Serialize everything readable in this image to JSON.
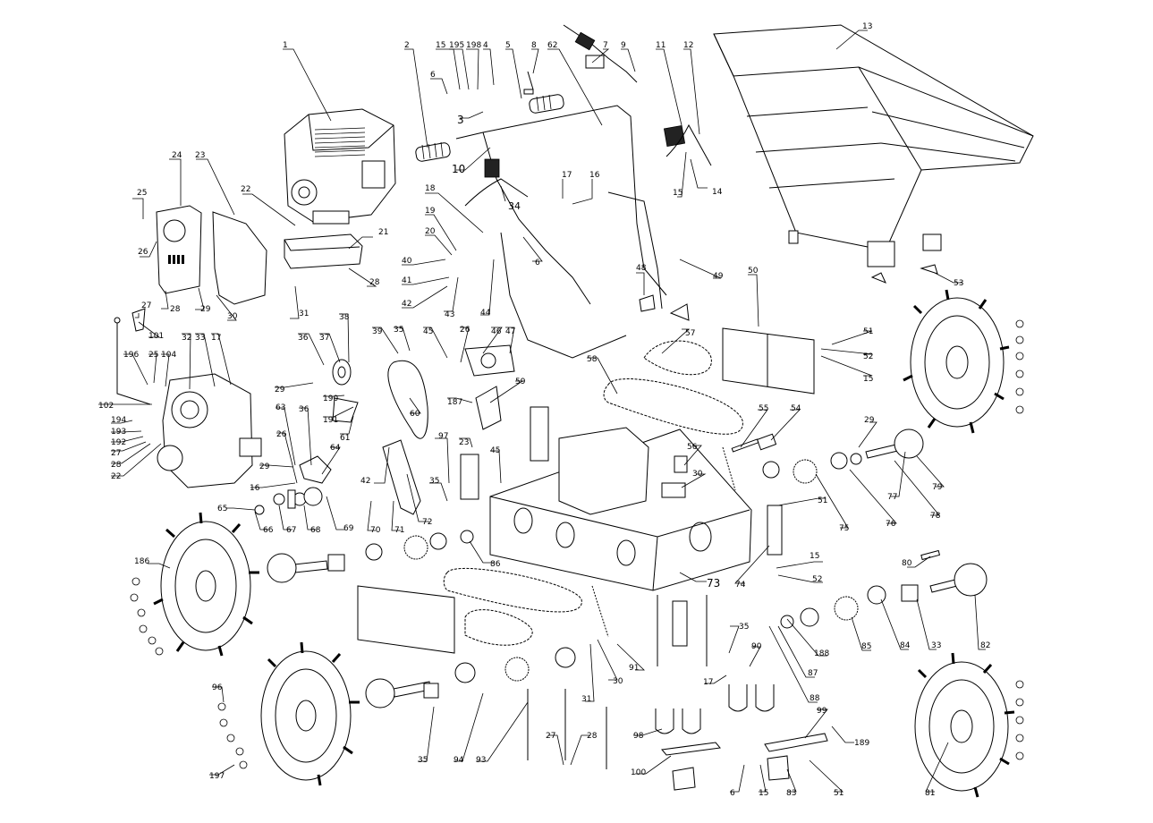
{
  "diagram": {
    "labels": {
      "l1": "1",
      "l2": "2",
      "l15a": "15",
      "l195": "195",
      "l198": "198",
      "l4": "4",
      "l5": "5",
      "l8": "8",
      "l62": "62",
      "l7": "7",
      "l9": "9",
      "l11": "11",
      "l12": "12",
      "l13": "13",
      "l6a": "6",
      "l3": "3",
      "l10": "10",
      "l14": "14",
      "l15b": "15",
      "l17a": "17",
      "l16a": "16",
      "l34": "34",
      "l24": "24",
      "l23a": "23",
      "l25a": "25",
      "l26a": "26",
      "l22a": "22",
      "l21": "21",
      "l28a": "28",
      "l28b": "28",
      "l29a": "29",
      "l30a": "30",
      "l31a": "31",
      "l27a": "27",
      "l101": "101",
      "l18": "18",
      "l19": "19",
      "l20": "20",
      "l40": "40",
      "l41": "41",
      "l42a": "42",
      "l43": "43",
      "l44": "44",
      "l6b": "6",
      "l48": "48",
      "l49": "49",
      "l50": "50",
      "l32": "32",
      "l33a": "33",
      "l17b": "17",
      "l196": "196",
      "l25b": "25",
      "l104": "104",
      "l102": "102",
      "l194": "194",
      "l193": "193",
      "l192": "192",
      "l27b": "27",
      "l28c": "28",
      "l22b": "22",
      "l36a": "36",
      "l37": "37",
      "l38": "38",
      "l39": "39",
      "l35a": "35",
      "l45a": "45",
      "l26b": "26",
      "l46": "46",
      "l47": "47",
      "l57": "57",
      "l51a": "51",
      "l52a": "52",
      "l15c": "15",
      "l29b": "29",
      "l190": "190",
      "l191": "191",
      "l61": "61",
      "l63": "63",
      "l36b": "36",
      "l26c": "26",
      "l64": "64",
      "l29c": "29",
      "l60": "60",
      "l187": "187",
      "l59": "59",
      "l58": "58",
      "l23b": "23",
      "l97": "97",
      "l45b": "45",
      "l56": "56",
      "l55": "55",
      "l54": "54",
      "l29d": "29",
      "l30b": "30",
      "l77": "77",
      "l79": "79",
      "l78": "78",
      "l76": "76",
      "l75": "75",
      "l16b": "16",
      "l42b": "42",
      "l35b": "35",
      "l65": "65",
      "l66": "66",
      "l67": "67",
      "l68": "68",
      "l69": "69",
      "l70": "70",
      "l71": "71",
      "l72": "72",
      "l86": "86",
      "l73": "73",
      "l74": "74",
      "l51b": "51",
      "l15d": "15",
      "l52b": "52",
      "l186": "186",
      "l80": "80",
      "l82": "82",
      "l33b": "33",
      "l84": "84",
      "l85": "85",
      "l188": "188",
      "l87": "87",
      "l88": "88",
      "l35c": "35",
      "l90": "90",
      "l17c": "17",
      "l91": "91",
      "l30c": "30",
      "l31b": "31",
      "l96": "96",
      "l197": "197",
      "l35d": "35",
      "l94": "94",
      "l93": "93",
      "l27c": "27",
      "l28d": "28",
      "l98": "98",
      "l100": "100",
      "l6c": "6",
      "l15e": "15",
      "l83": "83",
      "l51c": "51",
      "l99": "99",
      "l189": "189",
      "l81": "81",
      "l53": "53"
    }
  }
}
